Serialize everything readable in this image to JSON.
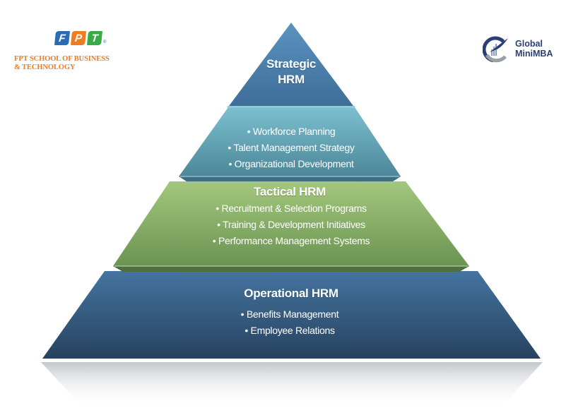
{
  "logos": {
    "left": {
      "blocks": [
        {
          "letter": "F",
          "color": "#2a6db5"
        },
        {
          "letter": "P",
          "color": "#f07c22"
        },
        {
          "letter": "T",
          "color": "#3aaa49"
        }
      ],
      "registered_mark": "®",
      "name_line1": "FPT SCHOOL OF BUSINESS",
      "name_line2": "& TECHNOLOGY"
    },
    "right": {
      "name_line1": "Global",
      "name_line2": "MiniMBA"
    }
  },
  "pyramid": {
    "levels": [
      {
        "id": "strategic",
        "title_line1": "Strategic",
        "title_line2": "HRM",
        "color": "#4a7ea8"
      },
      {
        "id": "strategic-items",
        "items": [
          "Workforce Planning",
          "Talent Management Strategy",
          "Organizational Development"
        ],
        "color": "#5fa0b5"
      },
      {
        "id": "tactical",
        "title": "Tactical HRM",
        "items": [
          "Recruitment & Selection Programs",
          "Training & Development Initiatives",
          "Performance Management Systems"
        ],
        "color": "#86ad65"
      },
      {
        "id": "operational",
        "title": "Operational HRM",
        "items": [
          "Benefits Management",
          "Employee Relations"
        ],
        "color": "#33587e"
      }
    ]
  }
}
